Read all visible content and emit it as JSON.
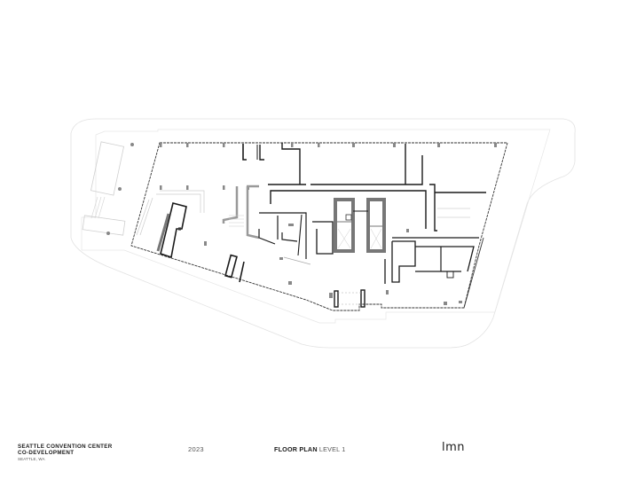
{
  "drawing": {
    "type": "architectural-floor-plan",
    "project": {
      "title_line1": "SEATTLE CONVENTION CENTER",
      "title_line2": "CO-DEVELOPMENT",
      "location": "SEATTLE, WA"
    },
    "year": "2023",
    "sheet": {
      "title_bold": "FLOOR PLAN",
      "title_regular": "LEVEL 1"
    },
    "firm_logo": "lmn",
    "colors": {
      "wall": "#1a1a1a",
      "core": "#777777",
      "column": "#8a8a8a",
      "site_line": "#dcdcdc",
      "thin_line": "#bbbbbb",
      "background": "#ffffff"
    }
  }
}
